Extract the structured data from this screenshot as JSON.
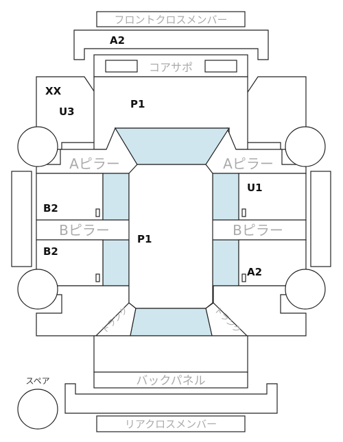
{
  "labels": {
    "front_cross_member": "フロントクロスメンバー",
    "core_support": "コアサポ",
    "a_pillar_left": "Aピラー",
    "a_pillar_right": "Aピラー",
    "b_pillar_left": "Bピラー",
    "b_pillar_right": "Bピラー",
    "back_panel": "バックパネル",
    "rear_cross_member": "リアクロスメンバー",
    "spare": "スペア",
    "trunk_left": "トランク",
    "trunk_right": "トランク"
  },
  "codes": {
    "front_cross_member": "A2",
    "front_left_fender": "XX",
    "front_left_fender_2": "U3",
    "hood": "P1",
    "roof": "P1",
    "front_right_door": "U1",
    "front_left_door": "B2",
    "rear_left_door": "B2",
    "rear_right_door": "A2"
  },
  "colors": {
    "glass": "#cfe6ee",
    "outline": "#222222",
    "label_gray": "#aaaaaa"
  }
}
